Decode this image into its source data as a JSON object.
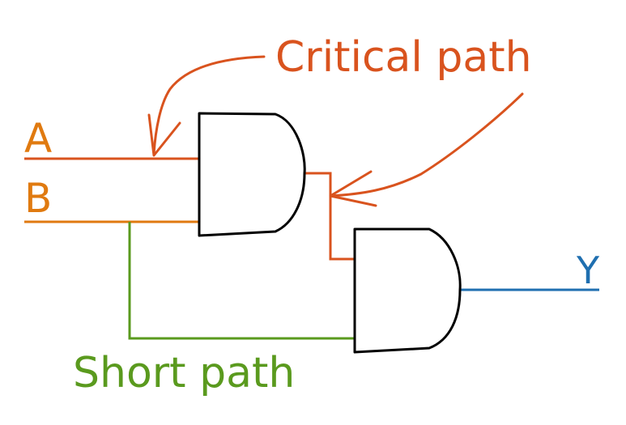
{
  "labels": {
    "input_a": "A",
    "input_b": "B",
    "output_y": "Y",
    "critical_path": "Critical path",
    "short_path": "Short path"
  },
  "colors": {
    "critical": "#d9531e",
    "input": "#e07a10",
    "short": "#5a9a1e",
    "output": "#1f6fb0",
    "gate_stroke": "#000000"
  }
}
